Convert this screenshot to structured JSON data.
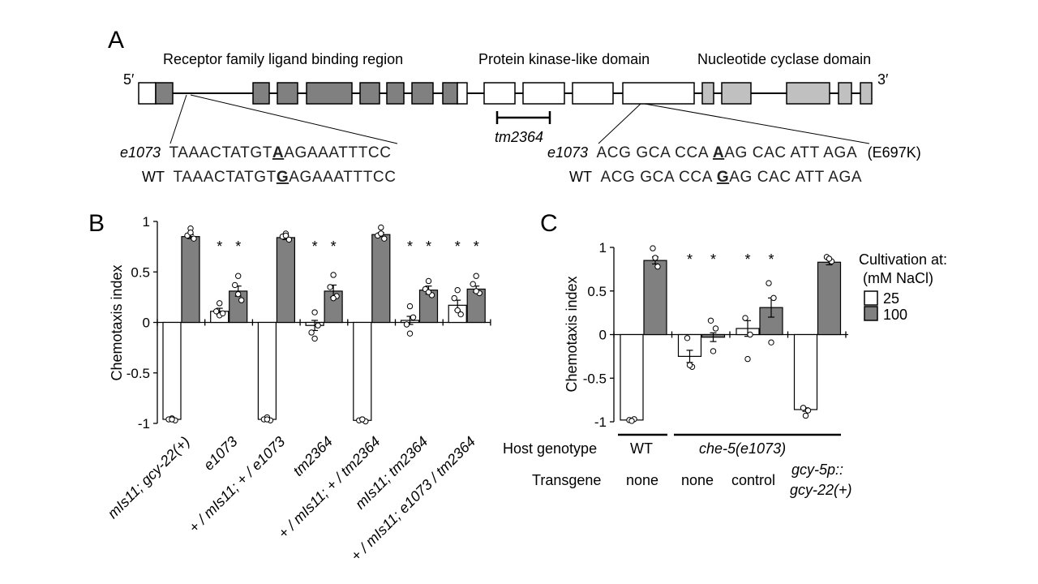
{
  "panel_a": {
    "label": "A",
    "end5": "5′",
    "end3": "3′",
    "domains": [
      "Receptor family ligand binding region",
      "Protein kinase-like domain",
      "Nucleotide cyclase domain"
    ],
    "deletion_label": "tm2364",
    "left_mut_allele": "e1073",
    "left_mut_seq_pre": "TAAACTATGT",
    "left_mut_base": "A",
    "left_mut_seq_post": "AGAAATTTCC",
    "left_wt_label": "WT",
    "left_wt_seq_pre": "TAAACTATGT",
    "left_wt_base": "G",
    "left_wt_seq_post": "AGAAATTTCC",
    "right_mut_allele": "e1073",
    "right_mut_seq_pre": "ACG GCA CCA ",
    "right_mut_base": "A",
    "right_mut_seq_post": "AG CAC ATT AGA",
    "right_change": "(E697K)",
    "right_wt_label": "WT",
    "right_wt_seq_pre": "ACG GCA CCA ",
    "right_wt_base": "G",
    "right_wt_seq_post": "AG CAC ATT AGA"
  },
  "panel_b": {
    "label": "B",
    "ylabel": "Chemotaxis index",
    "asterisk": "*"
  },
  "panel_c": {
    "label": "C",
    "ylabel": "Chemotaxis index",
    "asterisk": "*",
    "legend_title_1": "Cultivation at:",
    "legend_title_2": "(mM NaCl)",
    "legend_items": [
      "25",
      "100"
    ],
    "host_label": "Host genotype",
    "host_wt": "WT",
    "host_mut": "che-5(e1073)",
    "transgene_label": "Transgene",
    "transgenes": [
      "none",
      "none",
      "control"
    ],
    "transgene_last_1": "gcy-5p::",
    "transgene_last_2": "gcy-22(+)"
  },
  "colors": {
    "low_salt": "#ffffff",
    "high_salt": "#808080",
    "domain_light": "#c0c0c0"
  },
  "chart_data": [
    {
      "type": "bar",
      "panel": "B",
      "ylabel": "Chemotaxis index",
      "ylim": [
        -1,
        1
      ],
      "yticks": [
        1,
        0.5,
        0,
        -0.5,
        -1
      ],
      "yticklabels": [
        "1",
        "0.5",
        "0",
        "-0.5",
        "-1"
      ],
      "categories": [
        "mIs11; gcy-22(+)",
        "e1073",
        "+ / mIs11; + / e1073",
        "tm2364",
        "+ / mIs11; + / tm2364",
        "mIs11; tm2364",
        "+ / mIs11; e1073 / tm2364"
      ],
      "series": [
        {
          "name": "25",
          "values": [
            -0.96,
            0.11,
            -0.96,
            -0.03,
            -0.97,
            0.02,
            0.17
          ],
          "errors": [
            0.01,
            0.03,
            0.01,
            0.05,
            0.01,
            0.04,
            0.05
          ],
          "points": [
            [
              -0.95,
              -0.96,
              -0.97,
              -0.96
            ],
            [
              0.07,
              0.11,
              0.09,
              0.19
            ],
            [
              -0.94,
              -0.96,
              -0.97,
              -0.96
            ],
            [
              0.1,
              -0.1,
              -0.03,
              -0.16
            ],
            [
              -0.96,
              -0.97,
              -0.98,
              -0.96
            ],
            [
              0.16,
              -0.02,
              0.05,
              -0.11
            ],
            [
              0.32,
              0.24,
              0.08,
              0.12
            ]
          ]
        },
        {
          "name": "100",
          "values": [
            0.85,
            0.31,
            0.84,
            0.31,
            0.87,
            0.32,
            0.33
          ],
          "errors": [
            0.02,
            0.05,
            0.02,
            0.06,
            0.02,
            0.04,
            0.03
          ],
          "points": [
            [
              0.93,
              0.86,
              0.83,
              0.89
            ],
            [
              0.46,
              0.37,
              0.22,
              0.28
            ],
            [
              0.88,
              0.85,
              0.82,
              0.86
            ],
            [
              0.47,
              0.35,
              0.26,
              0.24
            ],
            [
              0.94,
              0.86,
              0.83,
              0.88
            ],
            [
              0.41,
              0.33,
              0.27,
              0.3
            ],
            [
              0.46,
              0.38,
              0.29,
              0.31
            ]
          ]
        }
      ],
      "significance": [
        "",
        "*",
        "",
        "*",
        "",
        "*",
        "*"
      ]
    },
    {
      "type": "bar",
      "panel": "C",
      "ylabel": "Chemotaxis index",
      "ylim": [
        -1,
        1
      ],
      "yticks": [
        1,
        0.5,
        0,
        -0.5,
        -1
      ],
      "yticklabels": [
        "1",
        "0.5",
        "0",
        "-0.5",
        "-1"
      ],
      "categories": [
        "WT / none",
        "che-5(e1073) / none",
        "che-5(e1073) / control",
        "che-5(e1073) / gcy-5p::gcy-22(+)"
      ],
      "series": [
        {
          "name": "25",
          "values": [
            -0.98,
            -0.25,
            0.07,
            -0.86
          ],
          "errors": [
            0.01,
            0.07,
            0.09,
            0.02
          ],
          "points": [
            [
              -0.98,
              -0.97,
              -0.99
            ],
            [
              -0.04,
              -0.37,
              -0.35
            ],
            [
              0.19,
              0.0,
              -0.28
            ],
            [
              -0.84,
              -0.87,
              -0.93
            ]
          ]
        },
        {
          "name": "100",
          "values": [
            0.85,
            -0.03,
            0.31,
            0.83
          ],
          "errors": [
            0.04,
            0.05,
            0.11,
            0.03
          ],
          "points": [
            [
              0.99,
              0.78,
              0.88
            ],
            [
              0.16,
              0.07,
              -0.19
            ],
            [
              0.59,
              0.42,
              -0.09
            ],
            [
              0.89,
              0.84,
              0.87
            ]
          ]
        }
      ],
      "significance": [
        "",
        "*",
        "*",
        ""
      ],
      "legend": {
        "title": "Cultivation at: (mM NaCl)",
        "entries": [
          "25",
          "100"
        ],
        "placement": "right"
      }
    }
  ]
}
